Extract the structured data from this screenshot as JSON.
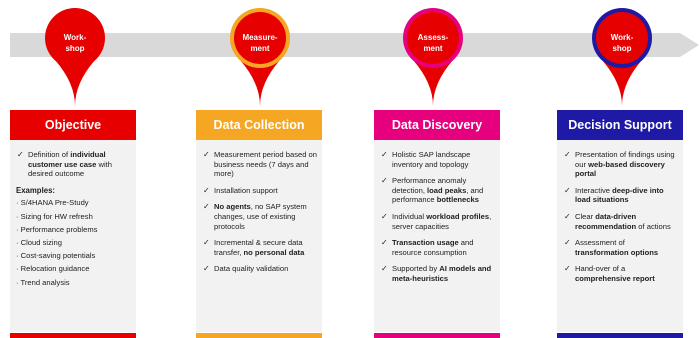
{
  "pins": [
    {
      "label_line1": "Work-",
      "label_line2": "shop",
      "color": "#e60000",
      "ring": "#e60000"
    },
    {
      "label_line1": "Measure-",
      "label_line2": "ment",
      "color": "#e60000",
      "ring": "#f5a623"
    },
    {
      "label_line1": "Assess-",
      "label_line2": "ment",
      "color": "#e60000",
      "ring": "#e6007e"
    },
    {
      "label_line1": "Work-",
      "label_line2": "shop",
      "color": "#e60000",
      "ring": "#1f1aa6"
    }
  ],
  "columns": [
    {
      "title": "Objective",
      "color": "#e60000",
      "items": [
        {
          "pre": "Definition of ",
          "bold": "individual customer use case",
          "post": " with desired outcome"
        }
      ],
      "examples_title": "Examples:",
      "examples": [
        "· S/4HANA Pre-Study",
        "· Sizing for HW refresh",
        "· Performance problems",
        "· Cloud sizing",
        "· Cost-saving potentials",
        "· Relocation guidance",
        "· Trend analysis"
      ]
    },
    {
      "title": "Data Collection",
      "color": "#f5a623",
      "items": [
        {
          "pre": "Measurement period based on business needs (7 days and more)",
          "bold": "",
          "post": ""
        },
        {
          "pre": "Installation support",
          "bold": "",
          "post": ""
        },
        {
          "pre": "",
          "bold": "No agents",
          "post": ", no SAP system changes, use of existing protocols"
        },
        {
          "pre": "Incremental & secure data transfer, ",
          "bold": "no personal data",
          "post": ""
        },
        {
          "pre": "Data quality validation",
          "bold": "",
          "post": ""
        }
      ]
    },
    {
      "title": "Data Discovery",
      "color": "#e6007e",
      "items": [
        {
          "pre": "Holistic SAP landscape inventory and topology",
          "bold": "",
          "post": ""
        },
        {
          "pre": "Performance anomaly detection, ",
          "bold": "load peaks",
          "post": ", and performance ",
          "bold2": "bottlenecks"
        },
        {
          "pre": "Individual ",
          "bold": "workload profiles",
          "post": ", server capacities"
        },
        {
          "pre": "",
          "bold": "Transaction usage",
          "post": " and resource consumption"
        },
        {
          "pre": "Supported by ",
          "bold": "AI models and meta-heuristics",
          "post": ""
        }
      ]
    },
    {
      "title": "Decision Support",
      "color": "#1f1aa6",
      "items": [
        {
          "pre": "Presentation of findings using our ",
          "bold": "web-based discovery portal",
          "post": ""
        },
        {
          "pre": "Interactive ",
          "bold": "deep-dive into load situations",
          "post": ""
        },
        {
          "pre": "Clear ",
          "bold": "data-driven recommendation",
          "post": " of actions"
        },
        {
          "pre": "Assessment of ",
          "bold": "transformation options",
          "post": ""
        },
        {
          "pre": "Hand-over of a ",
          "bold": "comprehensive report",
          "post": ""
        }
      ]
    }
  ]
}
